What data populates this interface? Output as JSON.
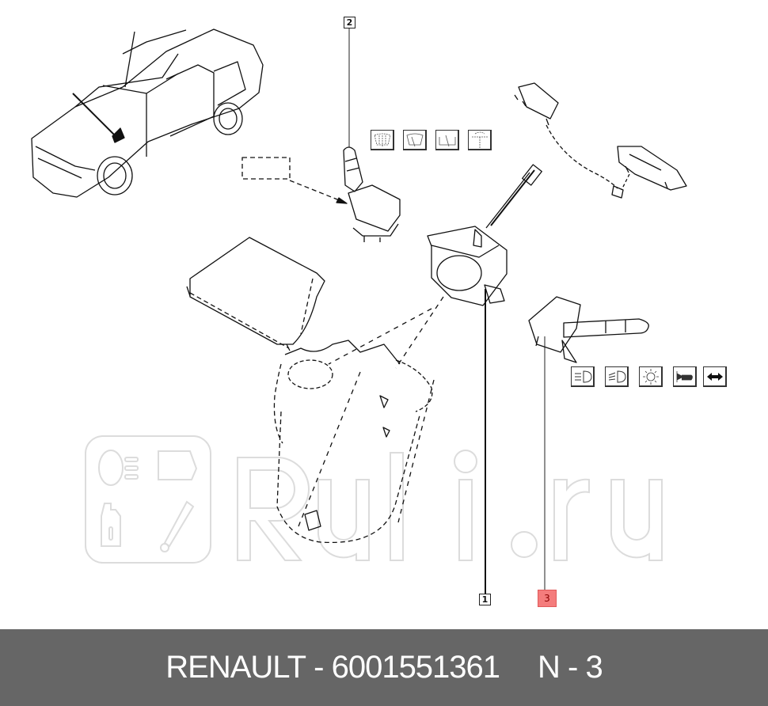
{
  "diagram": {
    "description": "Exploded parts diagram: steering column combination switch assembly",
    "callouts": [
      {
        "id": "callout-2",
        "label": "2",
        "highlighted": false
      },
      {
        "id": "callout-1",
        "label": "1",
        "highlighted": false
      },
      {
        "id": "callout-3",
        "label": "3",
        "highlighted": true,
        "color": "#f47c7c"
      }
    ],
    "wiper_symbols": [
      "wiper-intermittent-icon",
      "wiper-front-icon",
      "wiper-rear-icon",
      "wiper-washer-icon"
    ],
    "light_symbols": [
      "low-beam-icon",
      "high-beam-icon",
      "light-flash-icon",
      "horn-icon",
      "turn-signal-icon"
    ],
    "parts": [
      "vehicle-overview",
      "wiper-switch-stalk",
      "rotary-connector",
      "light-switch-stalk",
      "upper-shroud",
      "lower-shroud",
      "airbag-harness"
    ]
  },
  "watermark": {
    "text": "Ruli.ru"
  },
  "footer": {
    "brand": "RENAULT",
    "separator": "-",
    "part_number": "6001551361",
    "position": "N - 3",
    "background": "#666666"
  }
}
